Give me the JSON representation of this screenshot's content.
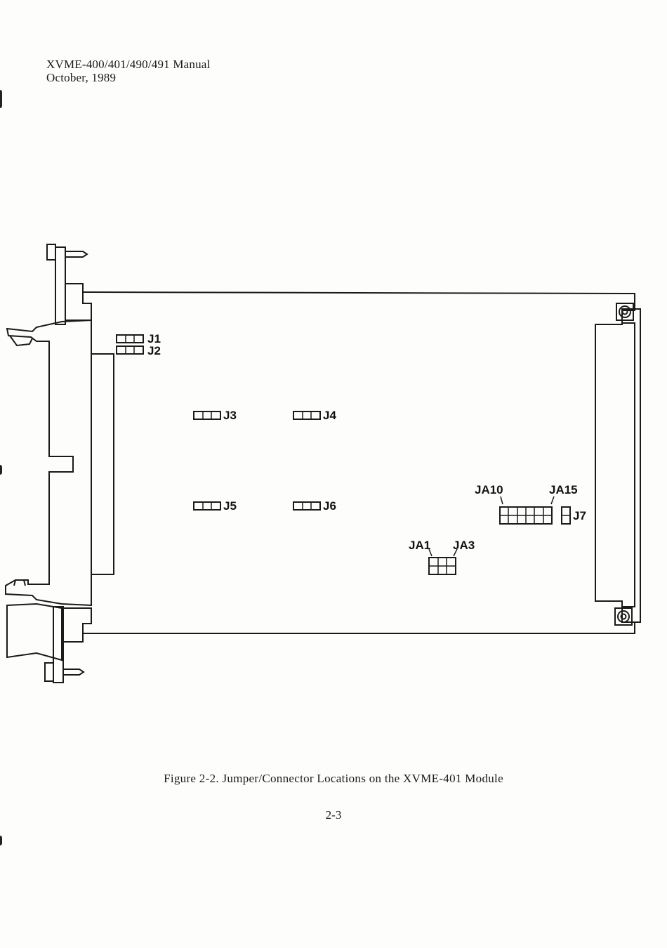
{
  "header": {
    "line1": "XVME-400/401/490/491 Manual",
    "line2": "October, 1989"
  },
  "figure": {
    "labels": {
      "j1": "J1",
      "j2": "J2",
      "j3": "J3",
      "j4": "J4",
      "j5": "J5",
      "j6": "J6",
      "j7": "J7",
      "ja10": "JA10",
      "ja15": "JA15",
      "ja1": "JA1",
      "ja3": "JA3"
    },
    "caption": "Figure 2-2. Jumper/Connector Locations on the XVME-401 Module"
  },
  "page_number": "2-3",
  "colors": {
    "ink": "#1a1a1a",
    "paper": "#fdfdfb"
  }
}
